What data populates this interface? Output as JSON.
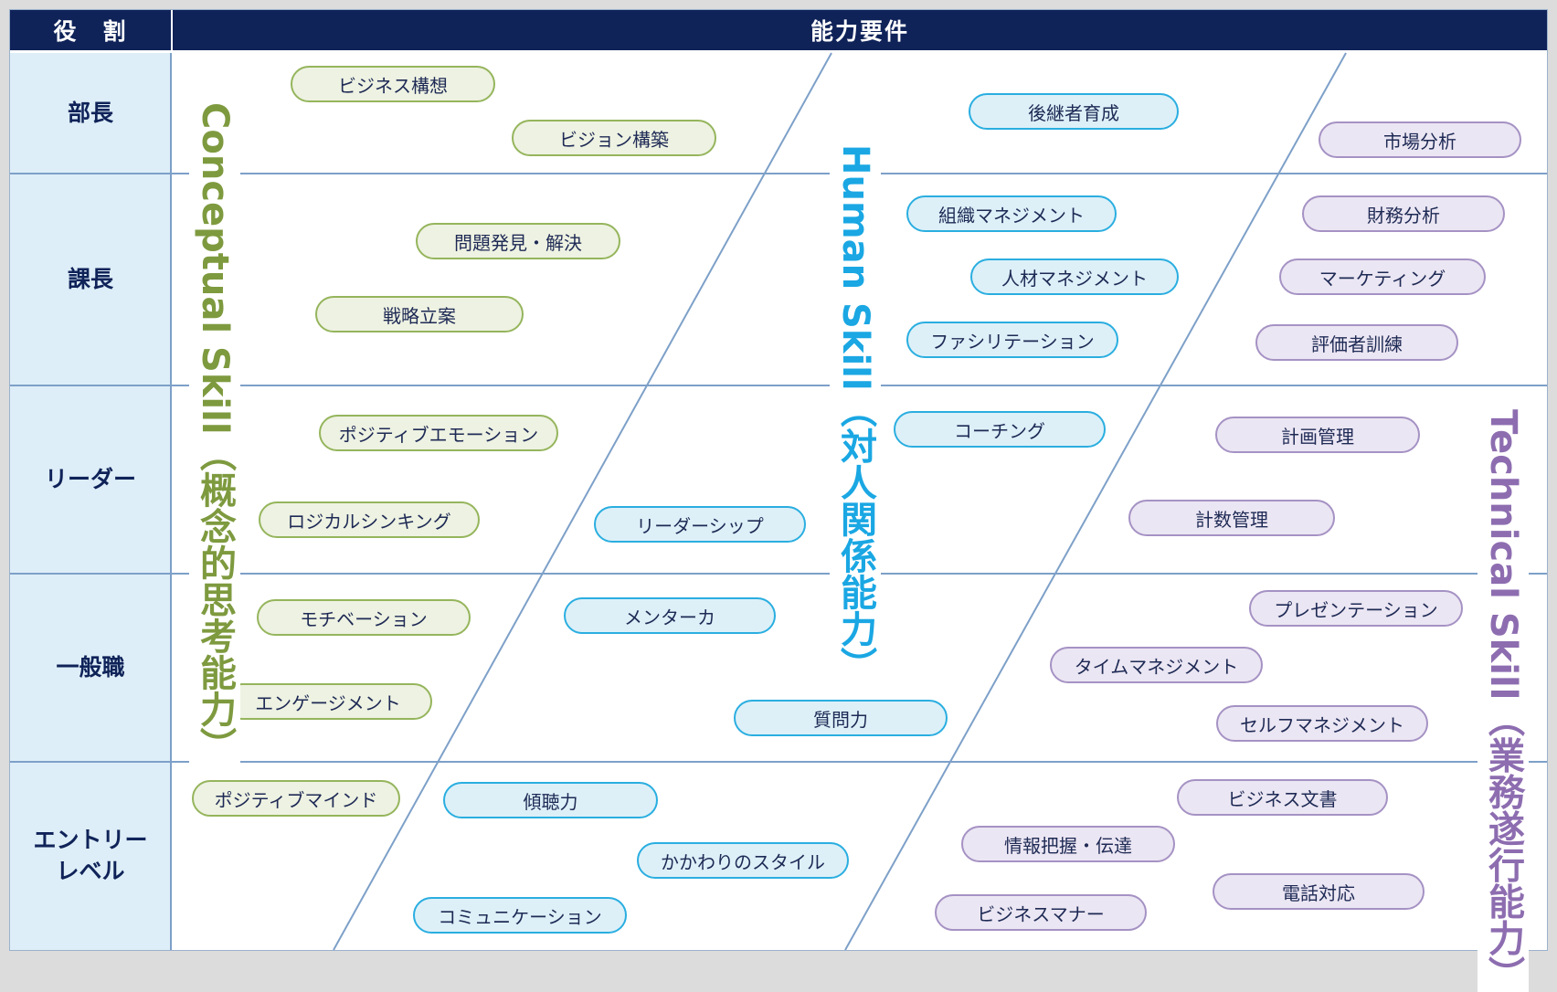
{
  "header": {
    "role_title": "役　割",
    "requirement_title": "能力要件"
  },
  "roles": [
    {
      "label": "部長"
    },
    {
      "label": "課長"
    },
    {
      "label": "リーダー"
    },
    {
      "label": "一般職"
    },
    {
      "label": "エントリー\nレベル"
    }
  ],
  "categories": {
    "conceptual": {
      "label": "Conceptual Skill（概念的思考能力）",
      "color": "#7e9a3f"
    },
    "human": {
      "label": "Human Skill（対人関係能力）",
      "color": "#1aa7e3"
    },
    "technical": {
      "label": "Technical Skill（業務遂行能力）",
      "color": "#8d6db0"
    }
  },
  "skills": {
    "conceptual": [
      "ビジネス構想",
      "ビジョン構築",
      "問題発見・解決",
      "戦略立案",
      "ポジティブエモーション",
      "ロジカルシンキング",
      "モチベーション",
      "エンゲージメント",
      "ポジティブマインド"
    ],
    "human": [
      "後継者育成",
      "組織マネジメント",
      "人材マネジメント",
      "ファシリテーション",
      "コーチング",
      "リーダーシップ",
      "メンターカ",
      "質問力",
      "傾聴力",
      "かかわりのスタイル",
      "コミュニケーション"
    ],
    "technical": [
      "市場分析",
      "財務分析",
      "マーケティング",
      "評価者訓練",
      "計画管理",
      "計数管理",
      "プレゼンテーション",
      "タイムマネジメント",
      "セルフマネジメント",
      "ビジネス文書",
      "情報把握・伝達",
      "電話対応",
      "ビジネスマナー"
    ]
  }
}
